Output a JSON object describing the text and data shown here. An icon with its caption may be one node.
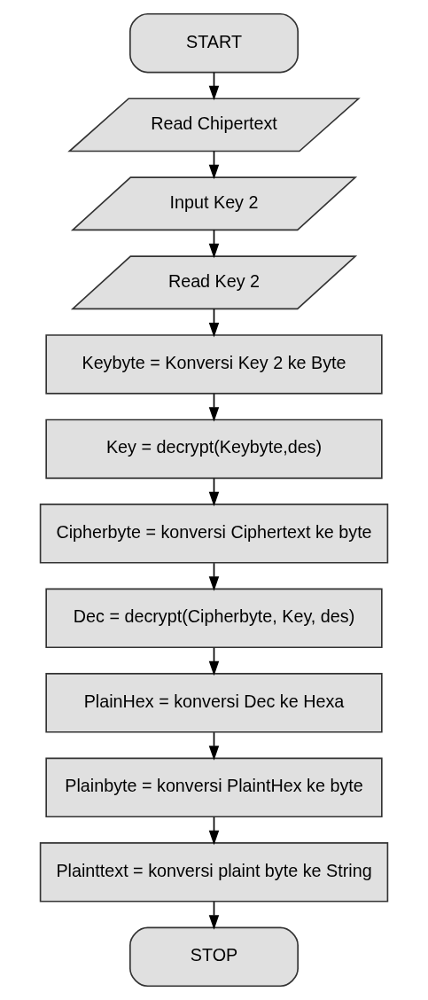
{
  "diagram": {
    "nodes": [
      {
        "text": [
          "START"
        ]
      },
      {
        "text": [
          "Read Chipertext"
        ]
      },
      {
        "text": [
          "Input Key 2"
        ]
      },
      {
        "text": [
          "Read Key 2"
        ]
      },
      {
        "text": [
          "Keybyte = Konversi Key 2 ke Byte"
        ]
      },
      {
        "text": [
          "Key = decrypt(Keybyte,des)"
        ]
      },
      {
        "text": [
          "Cipherbyte = konversi Ciphertext ke byte"
        ]
      },
      {
        "text": [
          "Dec = decrypt(Cipherbyte, Key, des)"
        ]
      },
      {
        "text": [
          "PlainHex = konversi Dec ke Hexa"
        ]
      },
      {
        "text": [
          "Plainbyte = konversi PlaintHex ke byte"
        ]
      },
      {
        "text": [
          "Plainttext = konversi plaint byte ke String"
        ]
      },
      {
        "text": [
          "STOP"
        ]
      }
    ],
    "edges": [
      {
        "from": 0,
        "to": 1,
        "arrow": "to"
      },
      {
        "from": 1,
        "to": 2,
        "arrow": "to"
      },
      {
        "from": 2,
        "to": 3,
        "arrow": "to"
      },
      {
        "from": 3,
        "to": 4,
        "arrow": "to"
      },
      {
        "from": 4,
        "to": 5,
        "arrow": "to"
      },
      {
        "from": 5,
        "to": 6,
        "arrow": "to"
      },
      {
        "from": 6,
        "to": 7,
        "arrow": "to"
      },
      {
        "from": 7,
        "to": 8,
        "arrow": "to"
      },
      {
        "from": 8,
        "to": 9,
        "arrow": "to"
      },
      {
        "from": 9,
        "to": 10,
        "arrow": "to"
      },
      {
        "from": 10,
        "to": 11,
        "arrow": "to"
      }
    ]
  }
}
